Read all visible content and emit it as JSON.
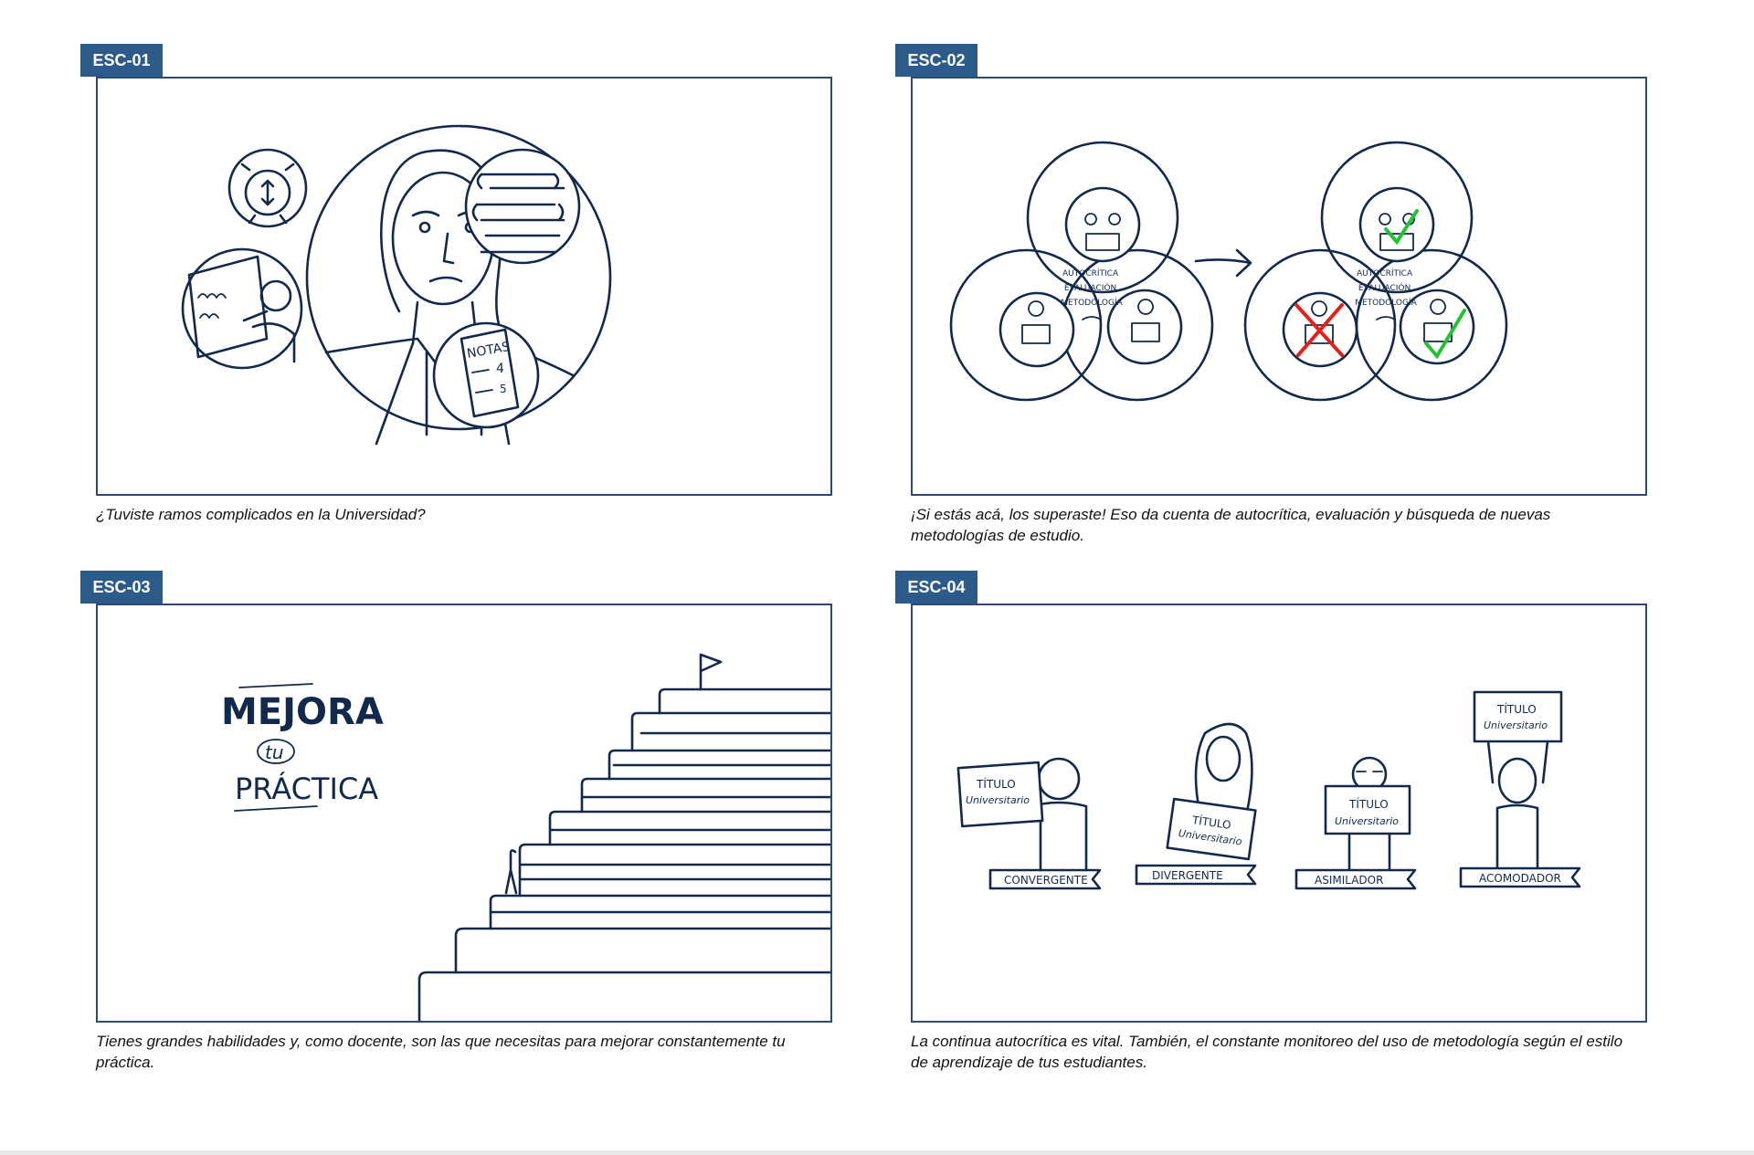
{
  "scenes": [
    {
      "tag": "ESC-01",
      "caption": "¿Tuviste ramos complicados en la Universidad?",
      "drawing": {
        "notes_title": "NOTAS",
        "grade_1": "4",
        "grade_2": "5"
      }
    },
    {
      "tag": "ESC-02",
      "caption": "¡Si estás acá, los superaste! Eso da cuenta de autocrítica, evaluación y búsqueda de nuevas metodologías de estudio.",
      "drawing": {
        "center_lines": [
          "AUTOCRÍTICA",
          "EVALUACIÓN",
          "METODOLOGÍA"
        ]
      }
    },
    {
      "tag": "ESC-03",
      "caption": "Tienes grandes habilidades y, como docente, son las que necesitas para mejorar constantemente tu práctica.",
      "drawing": {
        "line_1": "MEJORA",
        "line_2": "tu",
        "line_3": "PRÁCTICA"
      }
    },
    {
      "tag": "ESC-04",
      "caption": "La continua autocrítica es vital. También, el constante monitoreo del uso de metodología según el estilo de aprendizaje de tus estudiantes.",
      "drawing": {
        "sign_line_1": "TÍTULO",
        "sign_line_2": "Universitario",
        "styles": [
          "CONVERGENTE",
          "DIVERGENTE",
          "ASIMILADOR",
          "ACOMODADOR"
        ]
      }
    }
  ],
  "colors": {
    "tag_bg": "#2c5b8a",
    "ink": "#13294b",
    "check": "#22c232",
    "cross": "#e3211c"
  }
}
